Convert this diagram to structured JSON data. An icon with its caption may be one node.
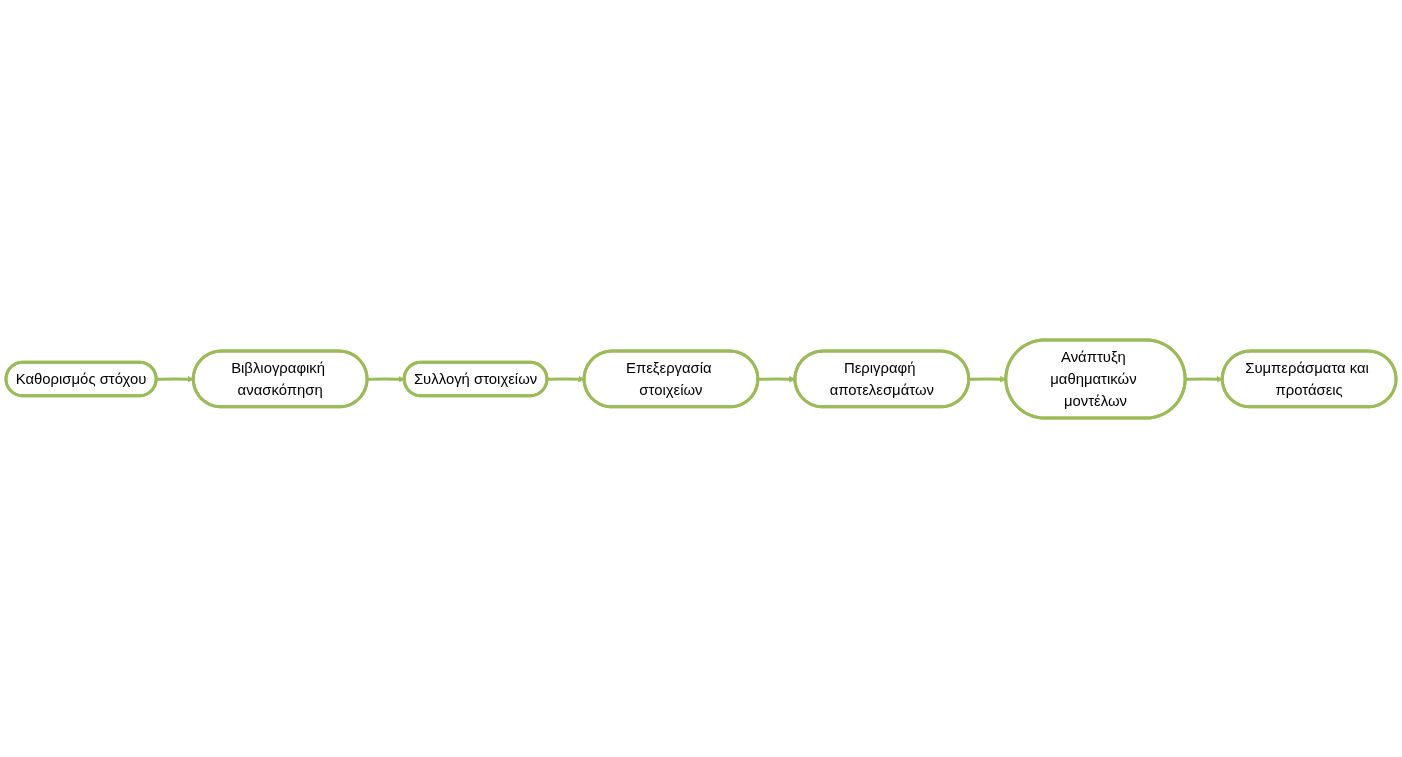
{
  "diagram": {
    "nodes": [
      {
        "text": [
          "Καθορισμός στόχου"
        ]
      },
      {
        "text": [
          "Βιβλιογραφική ανασκόπηση"
        ]
      },
      {
        "text": [
          "Συλλογή στοιχείων"
        ]
      },
      {
        "text": [
          "Επεξεργασία στοιχείων"
        ]
      },
      {
        "text": [
          "Περιγραφή αποτελεσμάτων"
        ]
      },
      {
        "text": [
          "Ανάπτυξη μαθηματικών μοντέλων"
        ]
      },
      {
        "text": [
          "Συμπεράσματα και προτάσεις"
        ]
      }
    ],
    "edges": [
      {
        "from": 0,
        "to": 1,
        "arrow": "to"
      },
      {
        "from": 1,
        "to": 2,
        "arrow": "to"
      },
      {
        "from": 2,
        "to": 3,
        "arrow": "to"
      },
      {
        "from": 3,
        "to": 4,
        "arrow": "to"
      },
      {
        "from": 4,
        "to": 5,
        "arrow": "to"
      },
      {
        "from": 5,
        "to": 6,
        "arrow": "to"
      }
    ]
  }
}
